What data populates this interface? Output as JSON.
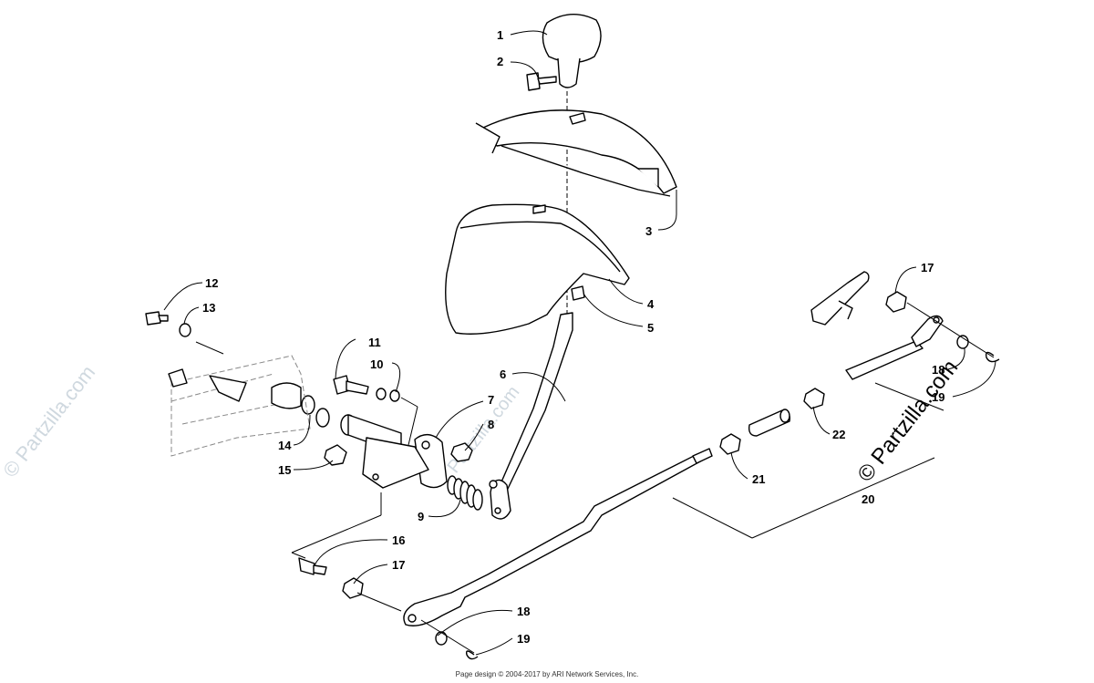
{
  "callouts": [
    {
      "num": "1"
    },
    {
      "num": "2"
    },
    {
      "num": "3"
    },
    {
      "num": "4"
    },
    {
      "num": "5"
    },
    {
      "num": "6"
    },
    {
      "num": "7"
    },
    {
      "num": "8"
    },
    {
      "num": "9"
    },
    {
      "num": "10"
    },
    {
      "num": "11"
    },
    {
      "num": "12"
    },
    {
      "num": "13"
    },
    {
      "num": "14"
    },
    {
      "num": "15"
    },
    {
      "num": "16"
    },
    {
      "num": "17"
    },
    {
      "num": "18"
    },
    {
      "num": "19"
    },
    {
      "num": "20"
    },
    {
      "num": "21"
    },
    {
      "num": "22"
    },
    {
      "num": "17"
    },
    {
      "num": "18"
    },
    {
      "num": "19"
    }
  ],
  "watermarks": {
    "main": "© Partzilla.com",
    "faint_left": "© Partzilla.com",
    "faint_mid": "Partzilla.com"
  },
  "footer": "Page design © 2004-2017 by ARI Network Services, Inc."
}
